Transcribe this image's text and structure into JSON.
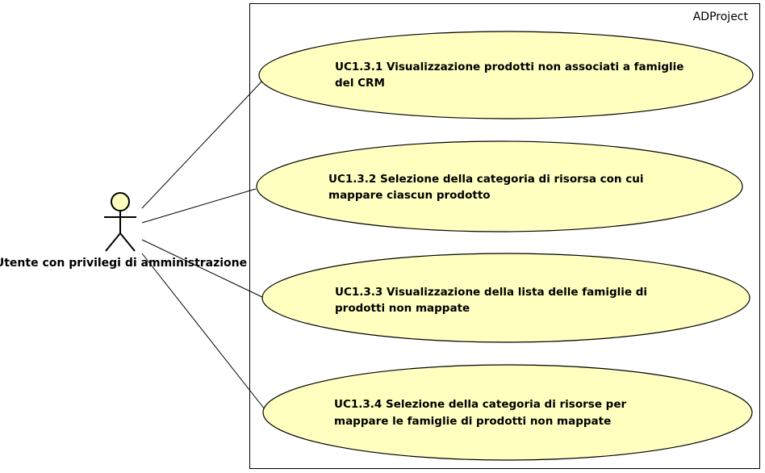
{
  "system": {
    "name": "ADProject"
  },
  "actor": {
    "name": "Utente con privilegi di amministrazione"
  },
  "use_cases": [
    {
      "line1": "UC1.3.1 Visualizzazione prodotti non associati a famiglie",
      "line2": "del CRM"
    },
    {
      "line1": "UC1.3.2 Selezione della categoria di risorsa con cui",
      "line2": "mappare ciascun prodotto"
    },
    {
      "line1": "UC1.3.3 Visualizzazione della lista delle famiglie di",
      "line2": "prodotti non mappate"
    },
    {
      "line1": "UC1.3.4 Selezione della categoria di risorse per",
      "line2": "mappare le famiglie di prodotti non mappate"
    }
  ],
  "colors": {
    "use_case_fill": "#FFFFC0",
    "actor_head_fill": "#FFFFC0",
    "stroke": "#000000"
  }
}
